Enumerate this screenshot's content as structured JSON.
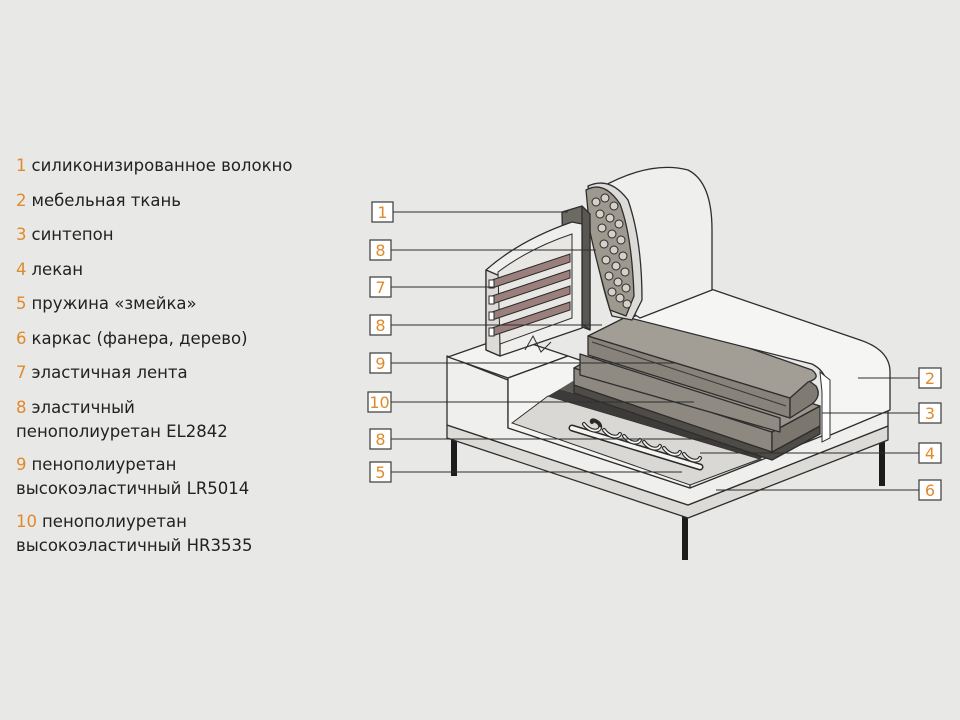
{
  "legend": [
    {
      "num": "1",
      "lines": [
        "силиконизированное волокно"
      ]
    },
    {
      "num": "2",
      "lines": [
        "мебельная ткань"
      ]
    },
    {
      "num": "3",
      "lines": [
        "синтепон"
      ]
    },
    {
      "num": "4",
      "lines": [
        "лекан"
      ]
    },
    {
      "num": "5",
      "lines": [
        "пружина «змейка»"
      ]
    },
    {
      "num": "6",
      "lines": [
        "каркас (фанера, дерево)"
      ]
    },
    {
      "num": "7",
      "lines": [
        "эластичная лента"
      ]
    },
    {
      "num": "8",
      "lines": [
        "эластичный",
        "пенополиуретан EL2842"
      ]
    },
    {
      "num": "9",
      "lines": [
        "пенополиуретан",
        "высокоэластичный LR5014"
      ]
    },
    {
      "num": "10",
      "lines": [
        "пенополиуретан",
        "высокоэластичный HR3535"
      ]
    }
  ],
  "callouts_left": [
    "1",
    "8",
    "7",
    "8",
    "9",
    "10",
    "8",
    "5"
  ],
  "callouts_right": [
    "2",
    "3",
    "4",
    "6"
  ],
  "colors": {
    "accent": "#e08a2c",
    "background": "#e8e8e6",
    "fabric": "#f2f2f0",
    "foam_dark": "#7d7870",
    "foam_mid": "#8f8a82",
    "foam_darkest": "#4f4c48",
    "belt": "#9a7f7c"
  }
}
